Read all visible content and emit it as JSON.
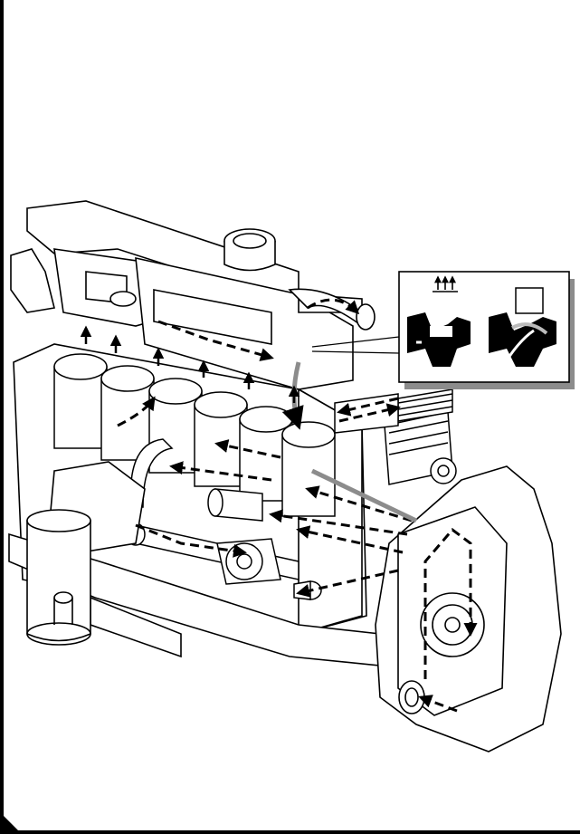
{
  "diagram": {
    "type": "engine-coolant-flow-illustration",
    "line_color": "#000000",
    "background": "#ffffff",
    "shade_light": "#d9d9d9",
    "shade_dark": "#8c8c8c",
    "icons": [
      "engine-block",
      "cylinder-head",
      "oil-filter",
      "water-pump",
      "thermostat-housing",
      "air-compressor",
      "timing-cover",
      "flow-arrow",
      "detail-inset"
    ]
  }
}
